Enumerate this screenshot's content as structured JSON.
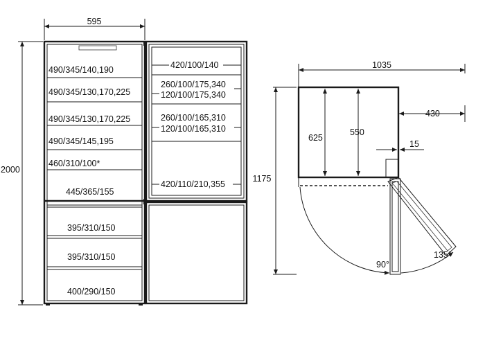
{
  "front_view": {
    "width_label": "595",
    "height_label": "2000",
    "fridge_shelves": [
      "490/345/140,190",
      "490/345/130,170,225",
      "490/345/130,170,225",
      "490/345/145,195",
      "460/310/100*",
      "445/365/155"
    ],
    "freezer_drawers": [
      "395/310/150",
      "395/310/150",
      "400/290/150"
    ],
    "door_shelves": [
      "420/100/140",
      "260/100/175,340",
      "120/100/175,340",
      "260/100/165,310",
      "120/100/165,310",
      "420/110/210,355"
    ]
  },
  "side_view": {
    "depth_open_label": "1035",
    "door_swing_label": "430",
    "height_label": "1175",
    "inner_depth_1": "625",
    "inner_depth_2": "550",
    "gap_label": "15",
    "angle_90": "90°",
    "angle_135": "135°"
  }
}
